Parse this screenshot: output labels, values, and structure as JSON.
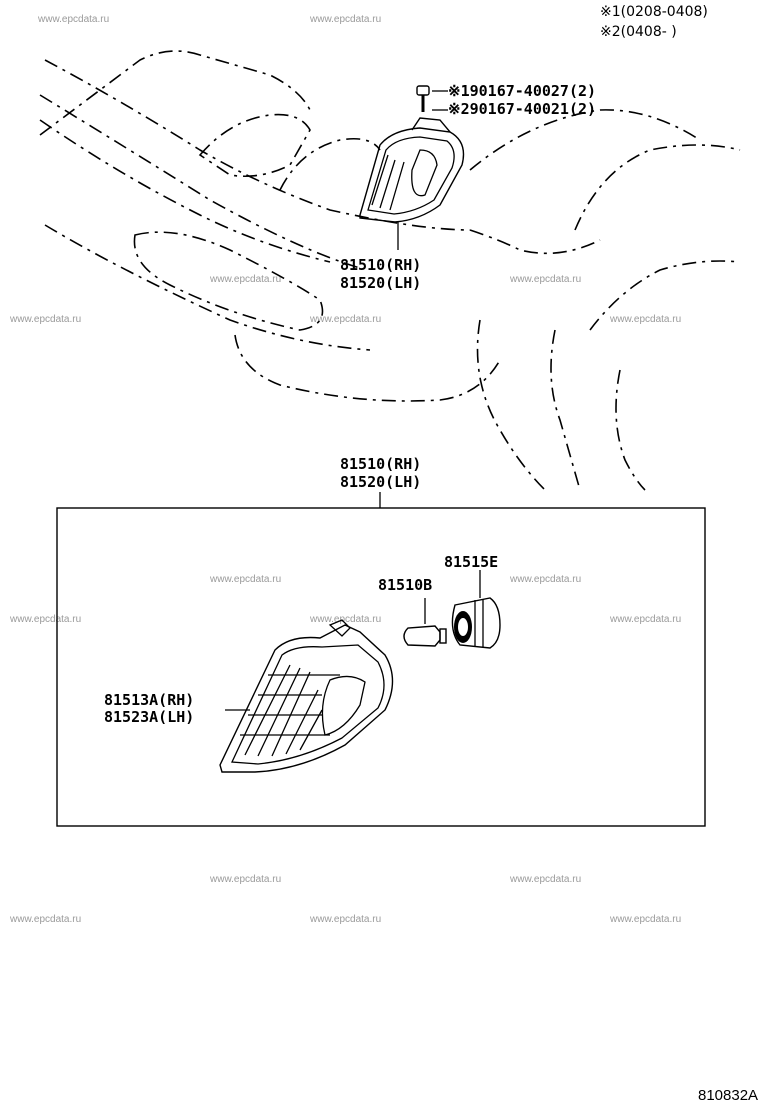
{
  "notes": {
    "note1": "※1(0208-0408)",
    "note2": "※2(0408-        )"
  },
  "bolts": {
    "bolt1": "※190167-40027(2)",
    "bolt2": "※290167-40021(2)"
  },
  "assembly_top": {
    "rh": "81510(RH)",
    "lh": "81520(LH)"
  },
  "assembly_box": {
    "rh": "81510(RH)",
    "lh": "81520(LH)"
  },
  "parts": {
    "socket": "81515E",
    "bulb": "81510B",
    "lens_rh": "81513A(RH)",
    "lens_lh": "81523A(LH)"
  },
  "watermark": "www.epcdata.ru",
  "diagram_code": "810832A"
}
